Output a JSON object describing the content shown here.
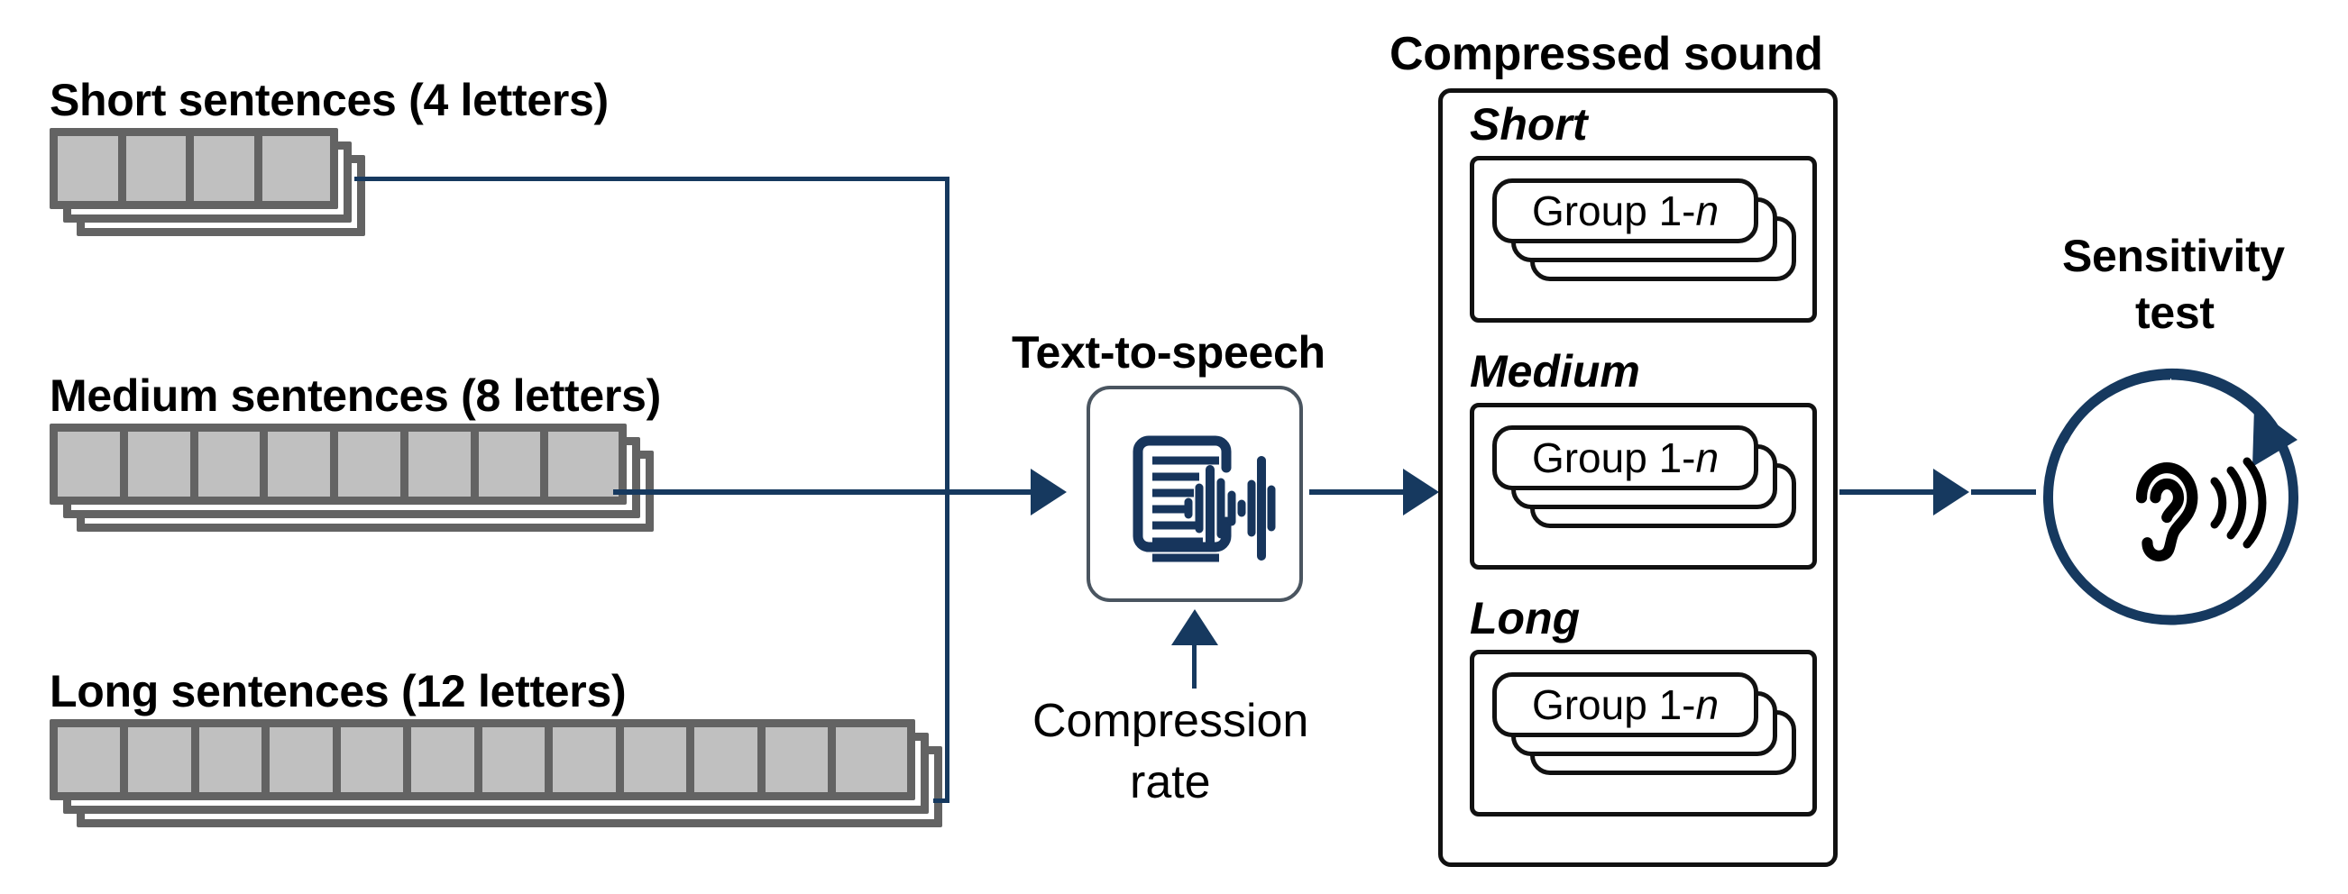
{
  "diagram": {
    "title": "Text-to-speech compression sensitivity test pipeline",
    "colors": {
      "accent_blue": "#16395f",
      "card_border_gray": "#636363",
      "card_fill_gray": "#c0c0c0",
      "outline_black": "#111111",
      "background": "#ffffff"
    }
  },
  "inputs": [
    {
      "id": "short",
      "label": "Short sentences (4 letters)",
      "cells": 4,
      "stack_depth": 2
    },
    {
      "id": "medium",
      "label": "Medium sentences (8 letters)",
      "cells": 8,
      "stack_depth": 2
    },
    {
      "id": "long",
      "label": "Long sentences (12 letters)",
      "cells": 12,
      "stack_depth": 2
    }
  ],
  "tts": {
    "label": "Text-to-speech",
    "icon": "document-waveform-icon"
  },
  "compression": {
    "label_line1": "Compression",
    "label_line2": "rate"
  },
  "compressed_sound": {
    "title": "Compressed sound",
    "groups": [
      {
        "name": "Short",
        "chip_label": "Group 1-",
        "chip_italic": "n"
      },
      {
        "name": "Medium",
        "chip_label": "Group 1-",
        "chip_italic": "n"
      },
      {
        "name": "Long",
        "chip_label": "Group 1-",
        "chip_italic": "n"
      }
    ]
  },
  "sensitivity": {
    "label_line1": "Sensitivity",
    "label_line2": "test",
    "icon": "ear-sound-icon"
  }
}
